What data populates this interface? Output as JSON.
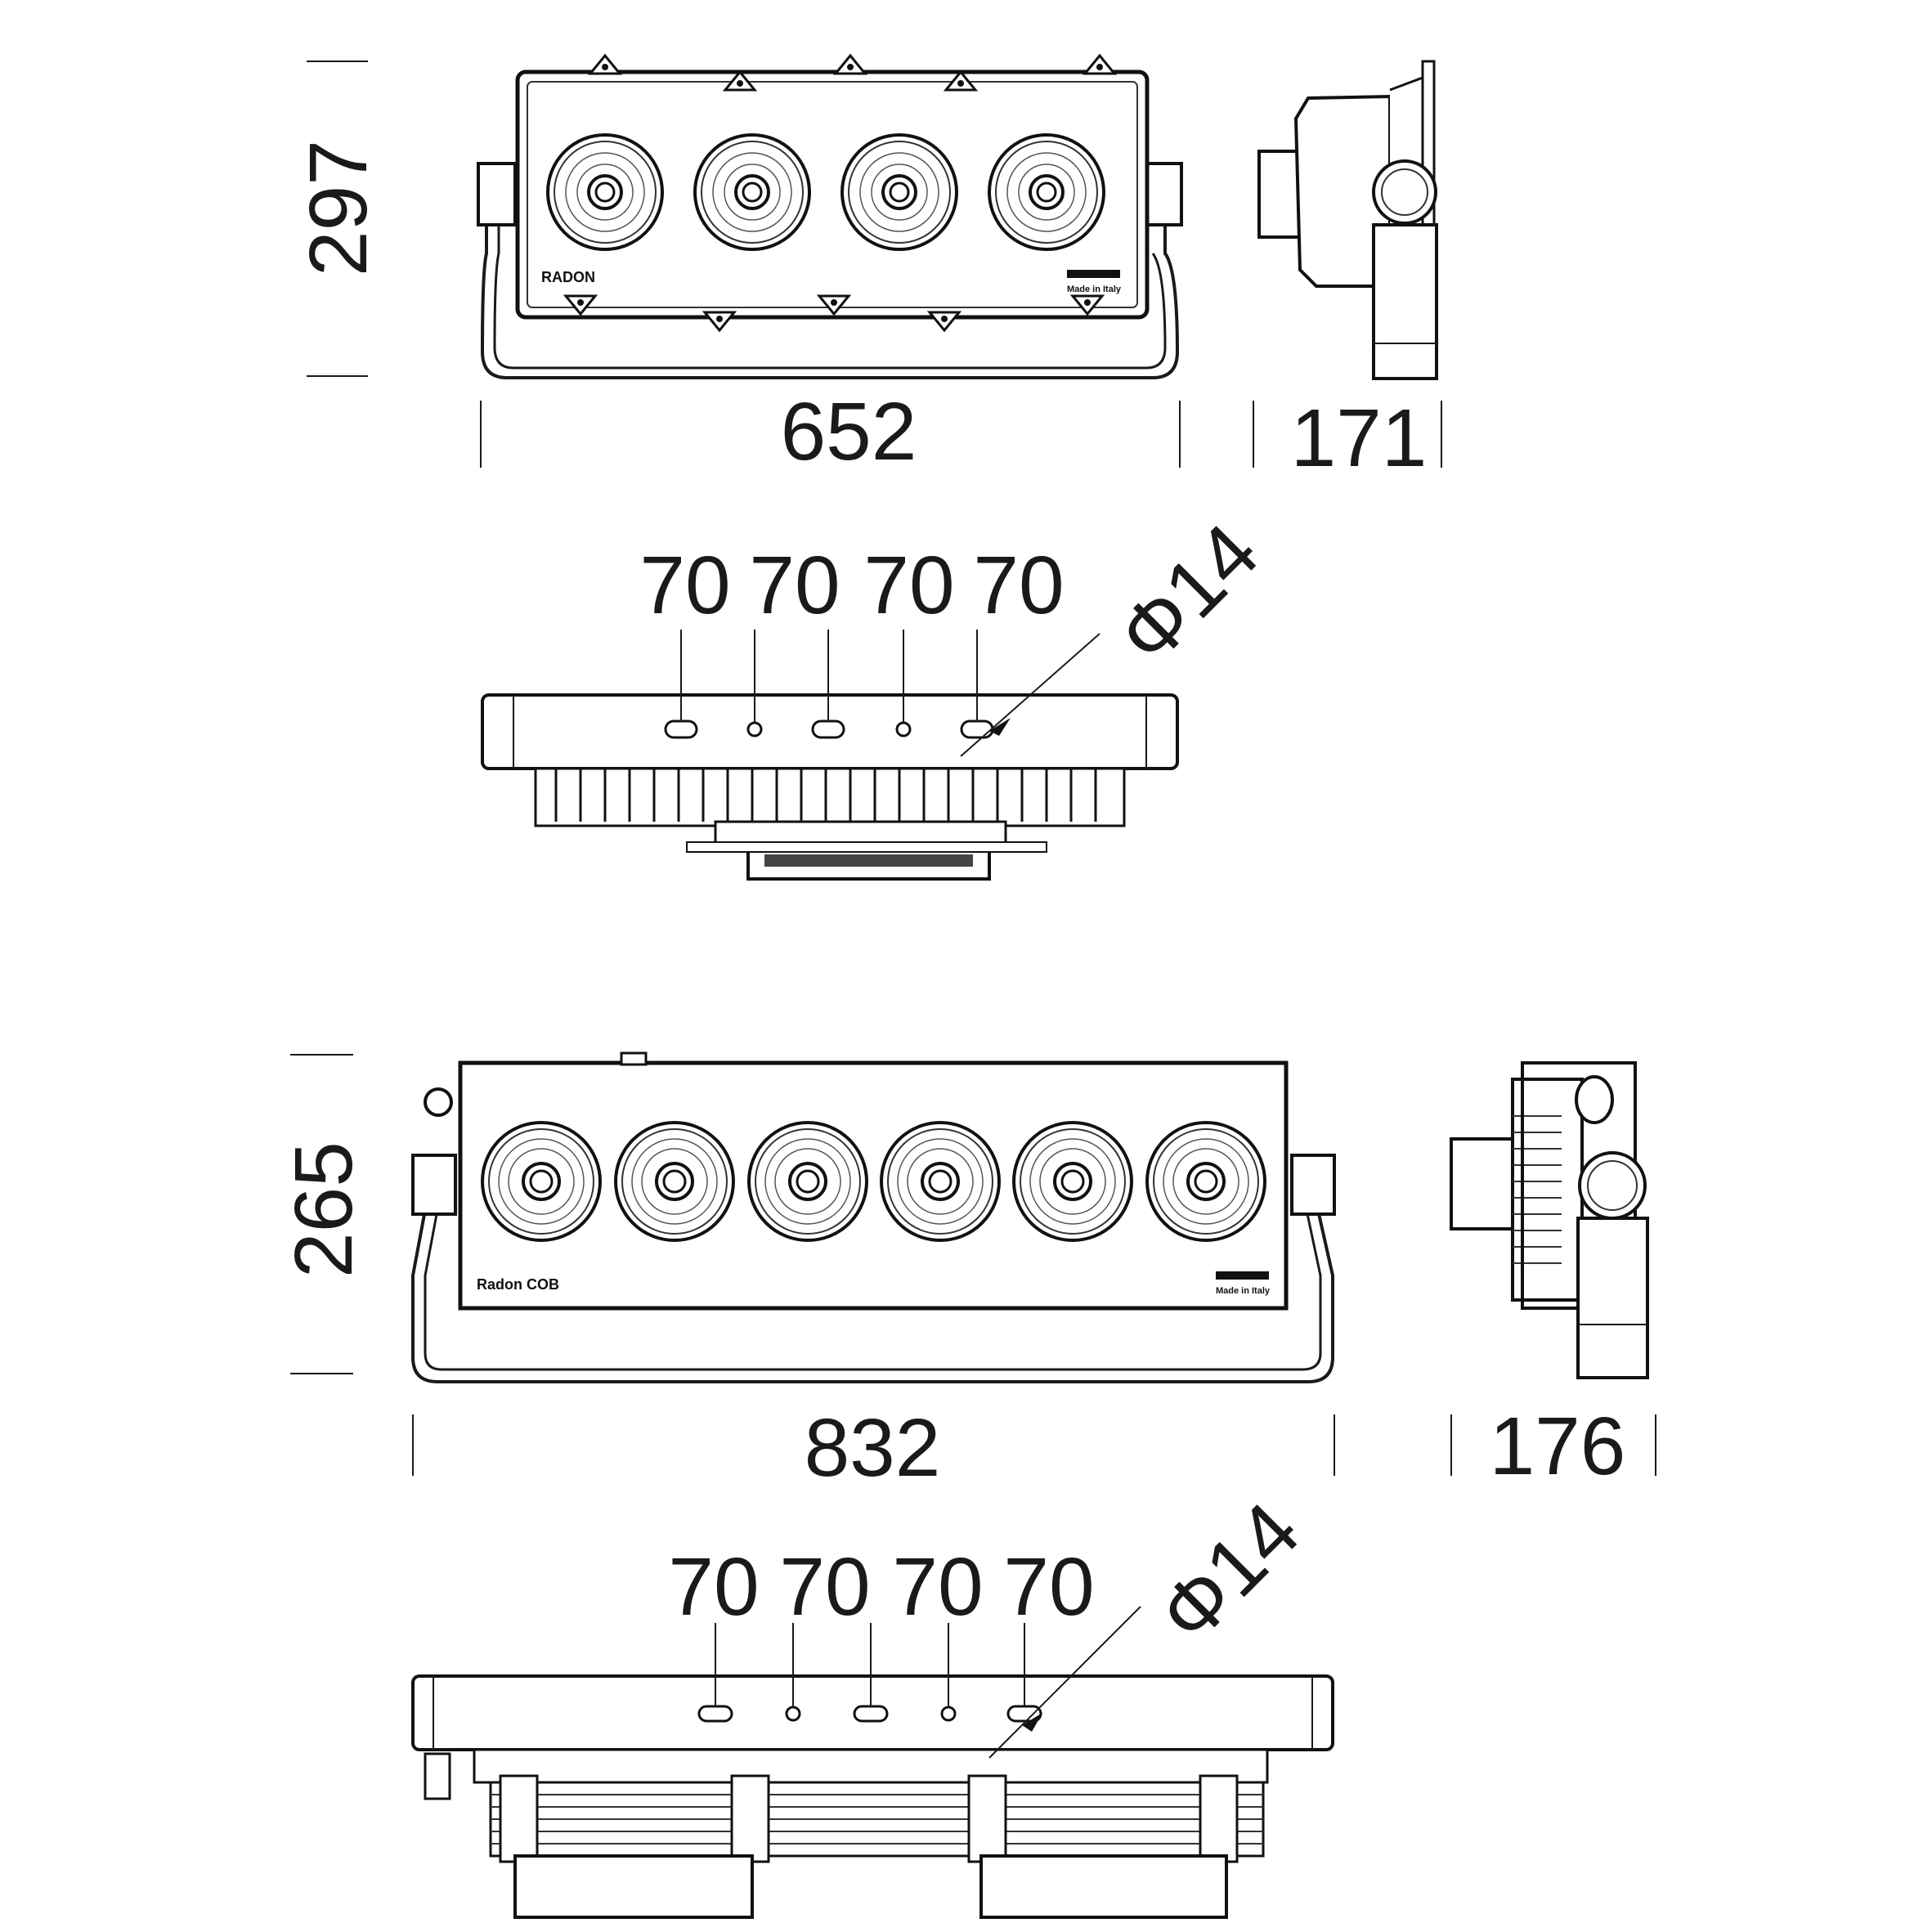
{
  "top_model": {
    "height": "297",
    "width": "652",
    "depth": "171",
    "pitch": [
      "70",
      "70",
      "70",
      "70"
    ],
    "hole": "Φ14",
    "name_label": "RADON",
    "made_in": "Made in Italy",
    "led_count": 4
  },
  "bottom_model": {
    "height": "265",
    "width": "832",
    "depth": "176",
    "pitch": [
      "70",
      "70",
      "70",
      "70"
    ],
    "hole": "Φ14",
    "name_label": "Radon  COB",
    "made_in": "Made in Italy",
    "led_count": 6
  }
}
